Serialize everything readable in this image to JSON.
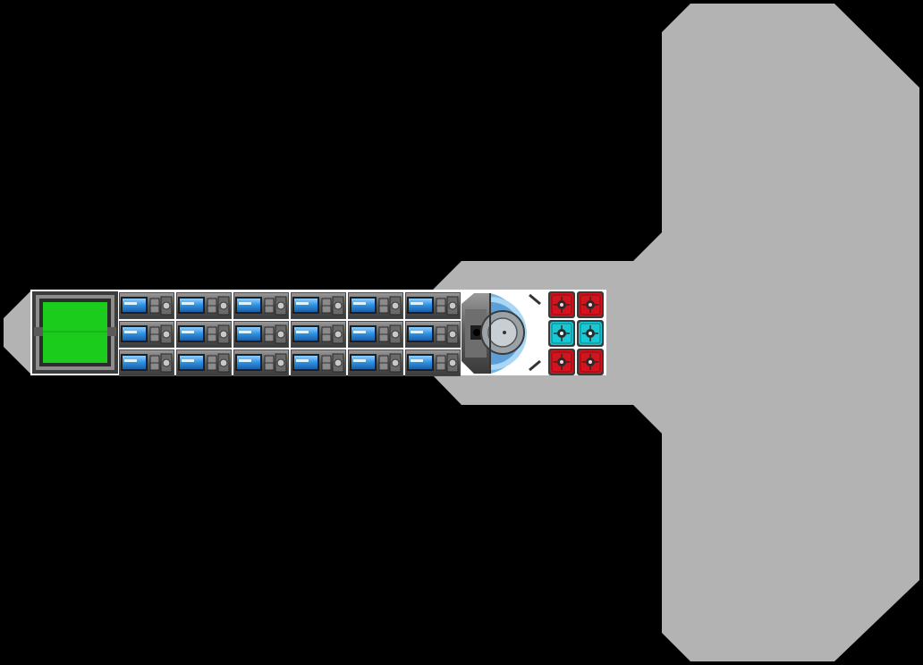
{
  "colors": {
    "background": "#000000",
    "hull": "#b3b3b3",
    "deck": "#ffffff",
    "machinery_dark": "#4a4a4a",
    "machinery_mid": "#8a8a8a",
    "machinery_light": "#c8c8c8",
    "tank_blue": "#2f8fe0",
    "tank_blue_light": "#8fd0ff",
    "cargo_green": "#1ccc1c",
    "reactor_blue": "#6fb5e8",
    "thruster_red": "#d4141c",
    "thruster_cyan": "#19c8d4"
  },
  "grid": {
    "module_rows": 3,
    "module_columns": 6
  },
  "icons": {
    "cargo": "cargo-bay-icon",
    "module": "fuel-tank-module-icon",
    "reactor": "reactor-core-icon",
    "thruster": "thruster-icon"
  },
  "thrusters": [
    [
      "red",
      "red"
    ],
    [
      "cyan",
      "cyan"
    ],
    [
      "red",
      "red"
    ]
  ]
}
